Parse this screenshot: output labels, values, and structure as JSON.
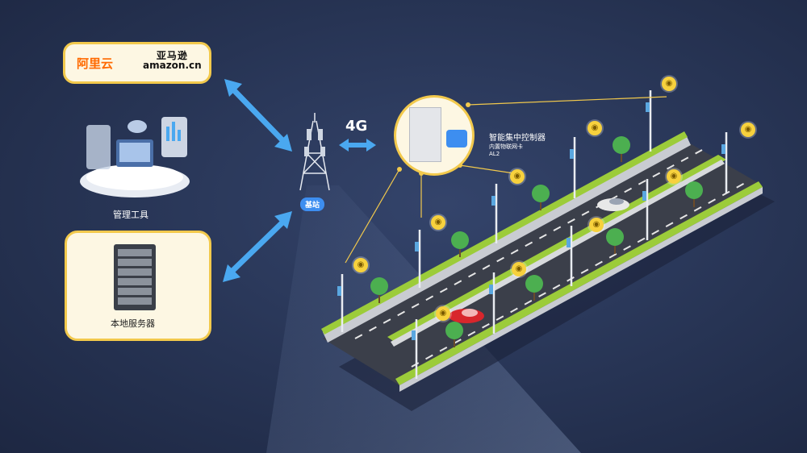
{
  "cloud": {
    "aliyun": "阿里云",
    "amazon_cn": "亚马逊",
    "amazon_en": "amazon.cn"
  },
  "management": {
    "label": "管理工具"
  },
  "server": {
    "label": "本地服务器"
  },
  "base_station": {
    "label": "基站"
  },
  "network": {
    "label": "4G"
  },
  "controller": {
    "title": "智能集中控制器",
    "sub1": "内置物联网卡",
    "sub2": "AL2"
  },
  "colors": {
    "background": "#273454",
    "card_fill": "#fdf7e3",
    "card_border": "#f2c94c",
    "arrow": "#4aa8f0",
    "signal": "#f7d13d",
    "grass": "#9ccc3a",
    "road": "#3b3f4a"
  }
}
